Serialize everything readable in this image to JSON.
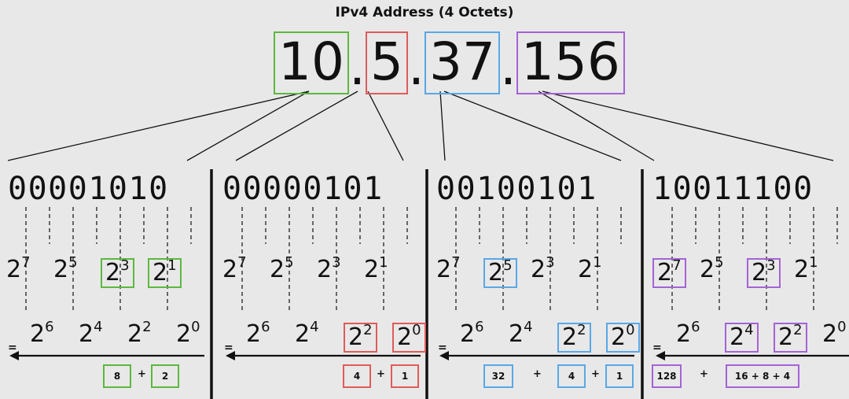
{
  "title": "IPv4 Address (4 Octets)",
  "colors": {
    "green": "#5cb83f",
    "red": "#e05b5b",
    "blue": "#5aa7e6",
    "purple": "#a463d6"
  },
  "ip": {
    "o1": "10",
    "o2": "5",
    "o3": "37",
    "o4": "156",
    "dot": "."
  },
  "binary": [
    "00001010",
    "00000101",
    "00100101",
    "10011100"
  ],
  "powers": {
    "e7": "7",
    "e6": "6",
    "e5": "5",
    "e4": "4",
    "e3": "3",
    "e2": "2",
    "e1": "1",
    "e0": "0",
    "base": "2"
  },
  "equals": "=",
  "plus": "+",
  "sums": {
    "o1": [
      "8",
      "2"
    ],
    "o2": [
      "4",
      "1"
    ],
    "o3": [
      "32",
      "4",
      "1"
    ],
    "o4": [
      "128",
      "16 + 8 + 4"
    ]
  }
}
